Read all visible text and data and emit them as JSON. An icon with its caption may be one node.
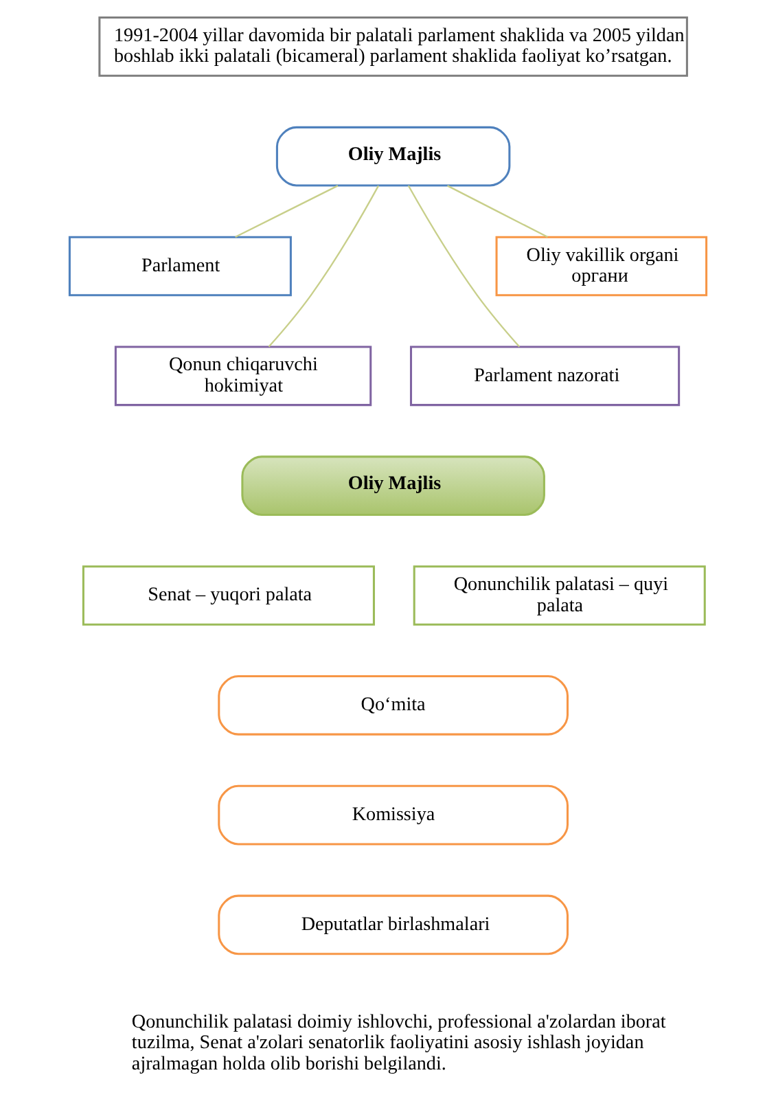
{
  "diagram": {
    "nodes": [
      {
        "text": [
          "1991-2004 yillar davomida bir palatali parlament shaklida va 2005 yildan boshlab ikki palatali (bicameral) parlament shaklida faoliyat ko’rsatgan."
        ]
      },
      {
        "text": [
          "Oliy Majlis"
        ]
      },
      {
        "text": [
          "Parlament"
        ]
      },
      {
        "text": [
          "Oliy vakillik organi органи"
        ]
      },
      {
        "text": [
          "Qonun chiqaruvchi hokimiyat"
        ]
      },
      {
        "text": [
          "Parlament nazorati"
        ]
      },
      {
        "text": [
          "Oliy Majlis"
        ]
      },
      {
        "text": [
          "Senat – yuqori palata"
        ]
      },
      {
        "text": [
          "Qonunchilik palatasi – quyi palata"
        ]
      },
      {
        "text": [
          "Qo‘mita"
        ]
      },
      {
        "text": [
          "Komissiya"
        ]
      },
      {
        "text": [
          "Deputatlar birlashmalari"
        ]
      }
    ],
    "edges": [
      {
        "from": 1,
        "to": 2,
        "arrow": "none"
      },
      {
        "from": 1,
        "to": 4,
        "arrow": "none"
      },
      {
        "from": 1,
        "to": 5,
        "arrow": "none"
      },
      {
        "from": 1,
        "to": 3,
        "arrow": "none"
      }
    ],
    "labels": [
      "Qonunchilik palatasi doimiy ishlovchi, professional a'zolardan iborat tuzilma, Senat a'zolari senatorlik faoliyatini asosiy ishlash joyidan ajralmagan holda olib borishi belgilandi."
    ]
  }
}
